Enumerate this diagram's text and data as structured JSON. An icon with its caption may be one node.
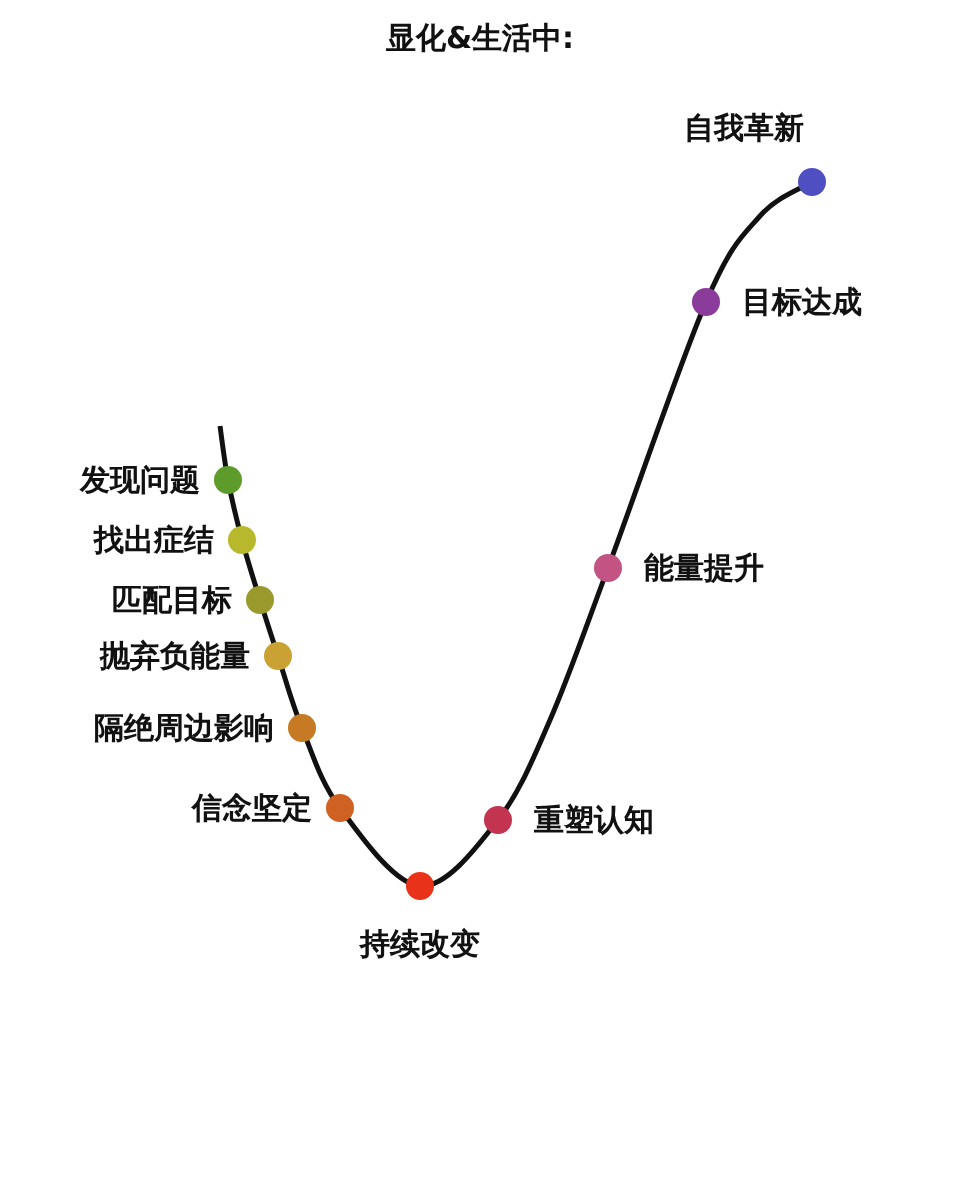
{
  "diagram": {
    "title": "显化&生活中:",
    "nodes": [
      {
        "text": [],
        "shape": "circle",
        "beside": [
          "发现问题"
        ]
      },
      {
        "text": [],
        "shape": "circle",
        "beside": [
          "找出症结"
        ]
      },
      {
        "text": [],
        "shape": "circle",
        "beside": [
          "匹配目标"
        ]
      },
      {
        "text": [],
        "shape": "circle",
        "beside": [
          "抛弃负能量"
        ]
      },
      {
        "text": [],
        "shape": "circle",
        "beside": [
          "隔绝周边影响"
        ]
      },
      {
        "text": [],
        "shape": "circle",
        "beside": [
          "信念坚定"
        ]
      },
      {
        "text": [],
        "shape": "circle",
        "beside": [
          "持续改变"
        ]
      },
      {
        "text": [],
        "shape": "circle",
        "beside": [
          "重塑认知"
        ]
      },
      {
        "text": [],
        "shape": "circle",
        "beside": [
          "能量提升"
        ]
      },
      {
        "text": [],
        "shape": "circle",
        "beside": [
          "目标达成"
        ]
      },
      {
        "text": [],
        "shape": "circle",
        "beside": [
          "自我革新"
        ]
      }
    ]
  }
}
